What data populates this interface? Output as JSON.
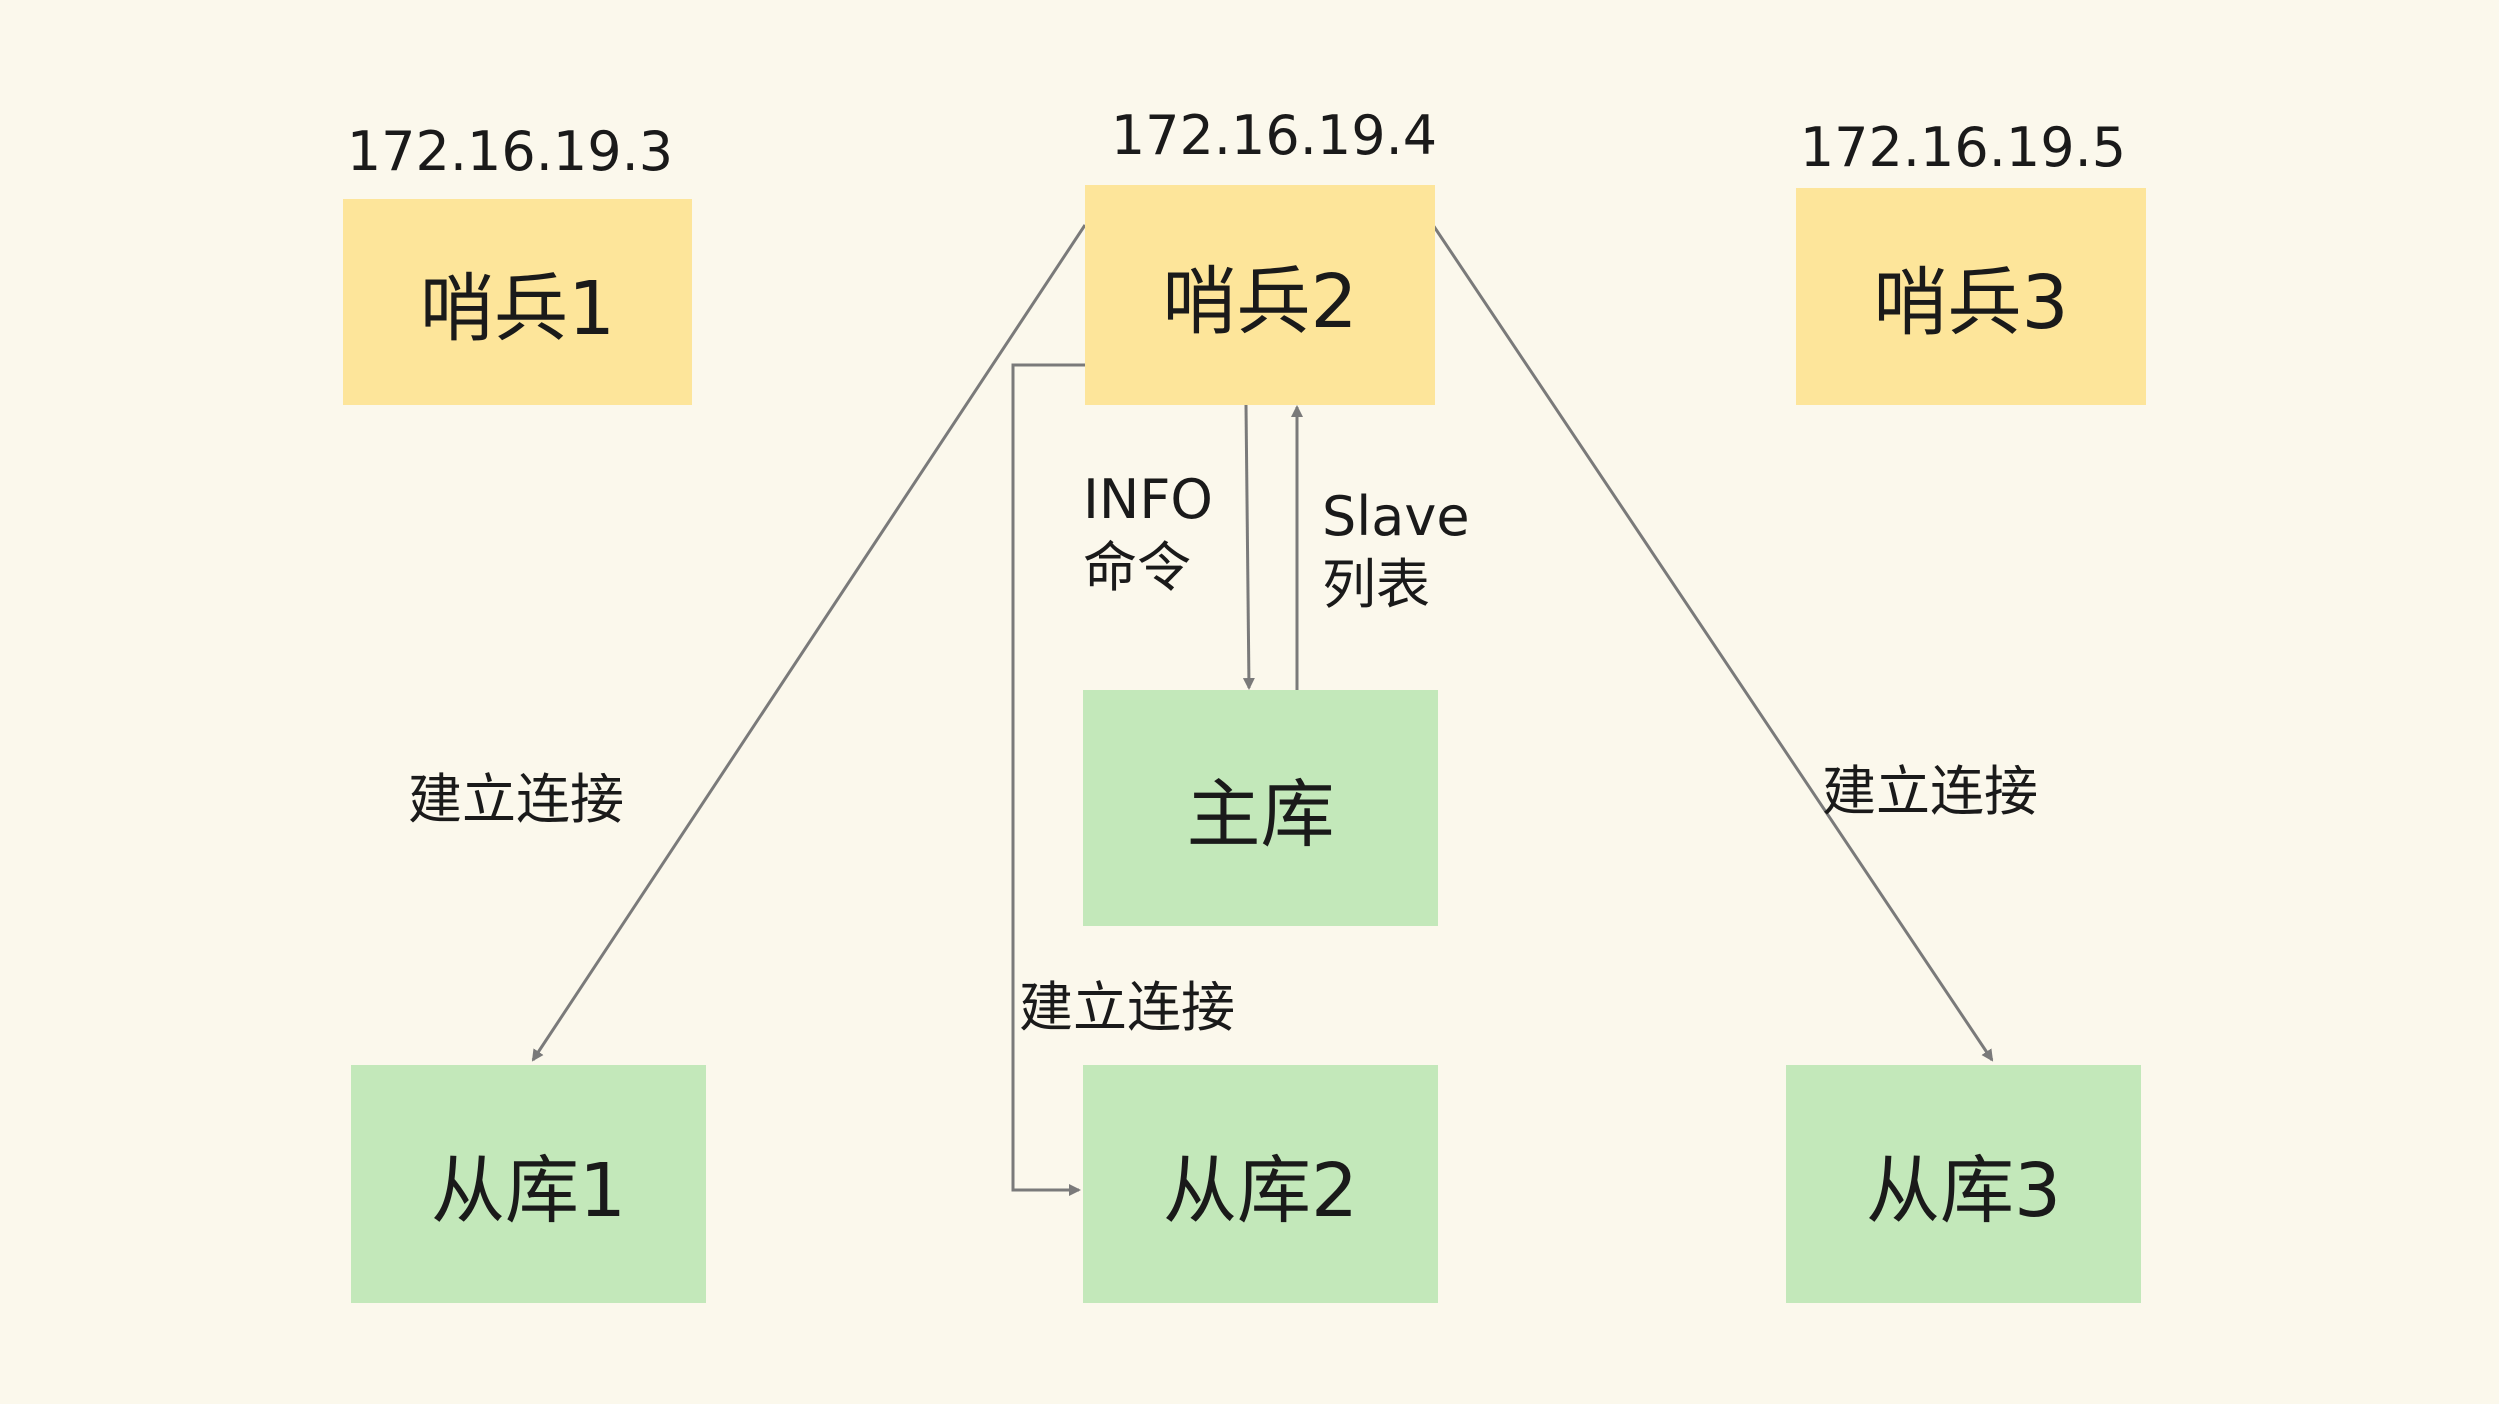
{
  "sentinels": [
    {
      "label": "哨兵1",
      "ip": "172.16.19.3"
    },
    {
      "label": "哨兵2",
      "ip": "172.16.19.4"
    },
    {
      "label": "哨兵3",
      "ip": "172.16.19.5"
    }
  ],
  "master": {
    "label": "主库"
  },
  "replicas": [
    {
      "label": "从库1"
    },
    {
      "label": "从库2"
    },
    {
      "label": "从库3"
    }
  ],
  "edges": {
    "info_command": {
      "line1": "INFO",
      "line2": "命令"
    },
    "slave_list": {
      "line1": "Slave",
      "line2": "列表"
    },
    "connect_left": "建立连接",
    "connect_middle": "建立连接",
    "connect_right": "建立连接"
  },
  "colors": {
    "background": "#FBF8EC",
    "sentinel_fill": "#FDE59A",
    "db_fill": "#C3E8BA",
    "edge": "#7A7A7A"
  }
}
